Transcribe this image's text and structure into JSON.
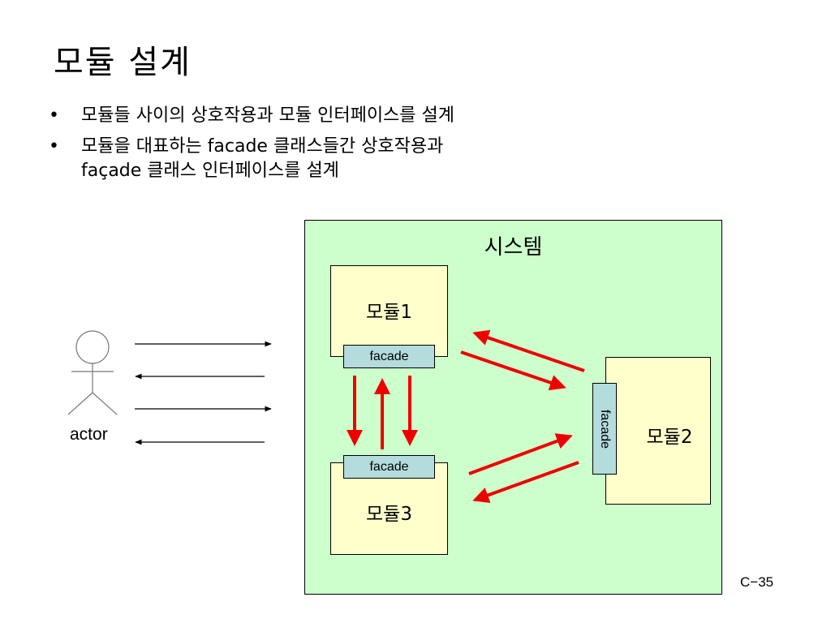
{
  "slide": {
    "title": "모듈 설계",
    "bullets": [
      {
        "marker": "•",
        "text": "모듈들 사이의 상호작용과 모듈 인터페이스를 설계"
      },
      {
        "marker": "•",
        "text": "모듈을 대표하는 facade 클래스들간 상호작용과\nfaçade 클래스 인터페이스를 설계"
      }
    ],
    "page_number": "C−35"
  },
  "diagram": {
    "system_label": "시스템",
    "modules": [
      {
        "label": "모듈1",
        "facade": "facade"
      },
      {
        "label": "모듈2",
        "facade": "facade"
      },
      {
        "label": "모듈3",
        "facade": "facade"
      }
    ],
    "actor": {
      "label": "actor",
      "icon": "stick-figure-icon"
    },
    "colors": {
      "system_bg": "#ccffcc",
      "module_bg": "#ffffcc",
      "facade_bg": "#b4dcdc",
      "arrow_red": "#ee0000"
    }
  }
}
